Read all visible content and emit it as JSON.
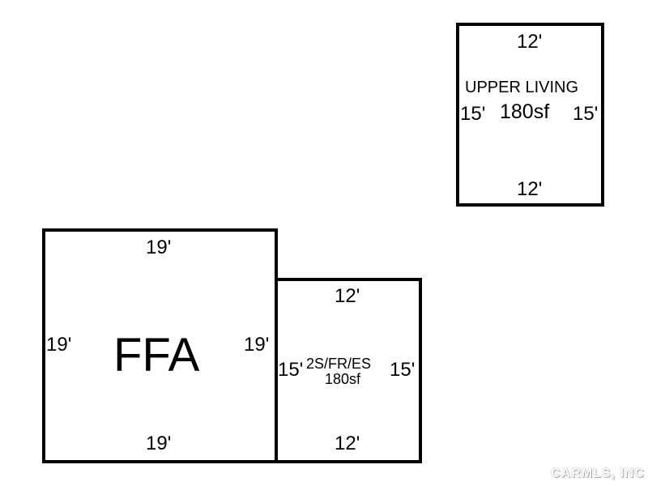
{
  "upper_living": {
    "top": "12'",
    "name": "UPPER LIVING",
    "area": "180sf",
    "left": "15'",
    "right": "15'",
    "bottom": "12'"
  },
  "ffa": {
    "top": "19'",
    "name": "FFA",
    "left": "19'",
    "right": "19'",
    "bottom": "19'"
  },
  "two_story": {
    "top": "12'",
    "name": "2S/FR/ES",
    "area": "180sf",
    "left": "15'",
    "right": "15'",
    "bottom": "12'"
  },
  "watermark": "CARMLS, INC",
  "colors": {
    "line": "#000000",
    "background": "#ffffff"
  }
}
